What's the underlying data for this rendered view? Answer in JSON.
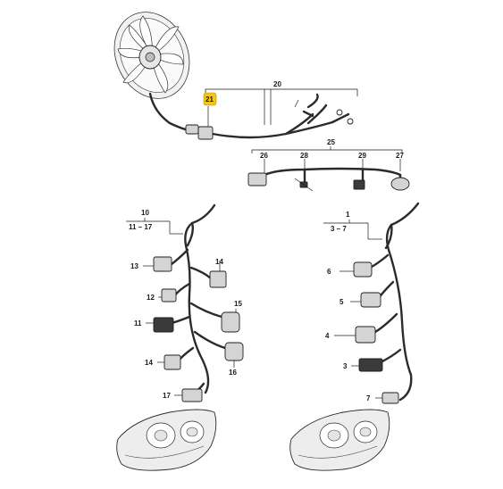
{
  "labels": {
    "l20": "20",
    "l21": "21",
    "l25": "25",
    "l26": "26",
    "l28": "28",
    "l29": "29",
    "l27": "27",
    "l10": "10",
    "l11_17": "11 – 17",
    "l13": "13",
    "l14a": "14",
    "l12": "12",
    "l15": "15",
    "l11": "11",
    "l14b": "14",
    "l16": "16",
    "l17": "17",
    "l1": "1",
    "l3_7": "3 – 7",
    "l6": "6",
    "l5": "5",
    "l4": "4",
    "l3": "3",
    "l7": "7"
  },
  "colors": {
    "highlight": "#f5c518",
    "line": "#1a1a1a",
    "part_fill": "#d4d4d4"
  }
}
